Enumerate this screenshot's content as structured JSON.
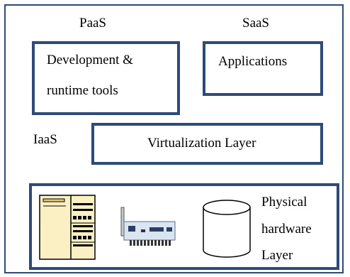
{
  "labels": {
    "paas": "PaaS",
    "saas": "SaaS",
    "iaas": "IaaS"
  },
  "boxes": {
    "dev_tools_line1": "Development &",
    "dev_tools_line2": "runtime tools",
    "applications": "Applications",
    "virtualization": "Virtualization Layer",
    "physical_line1": "Physical",
    "physical_line2": "hardware",
    "physical_line3": "Layer"
  },
  "icons": [
    "server-rack-icon",
    "network-card-icon",
    "storage-cylinder-icon"
  ],
  "colors": {
    "border": "#2e4a78",
    "server_fill": "#fbf0c4"
  }
}
